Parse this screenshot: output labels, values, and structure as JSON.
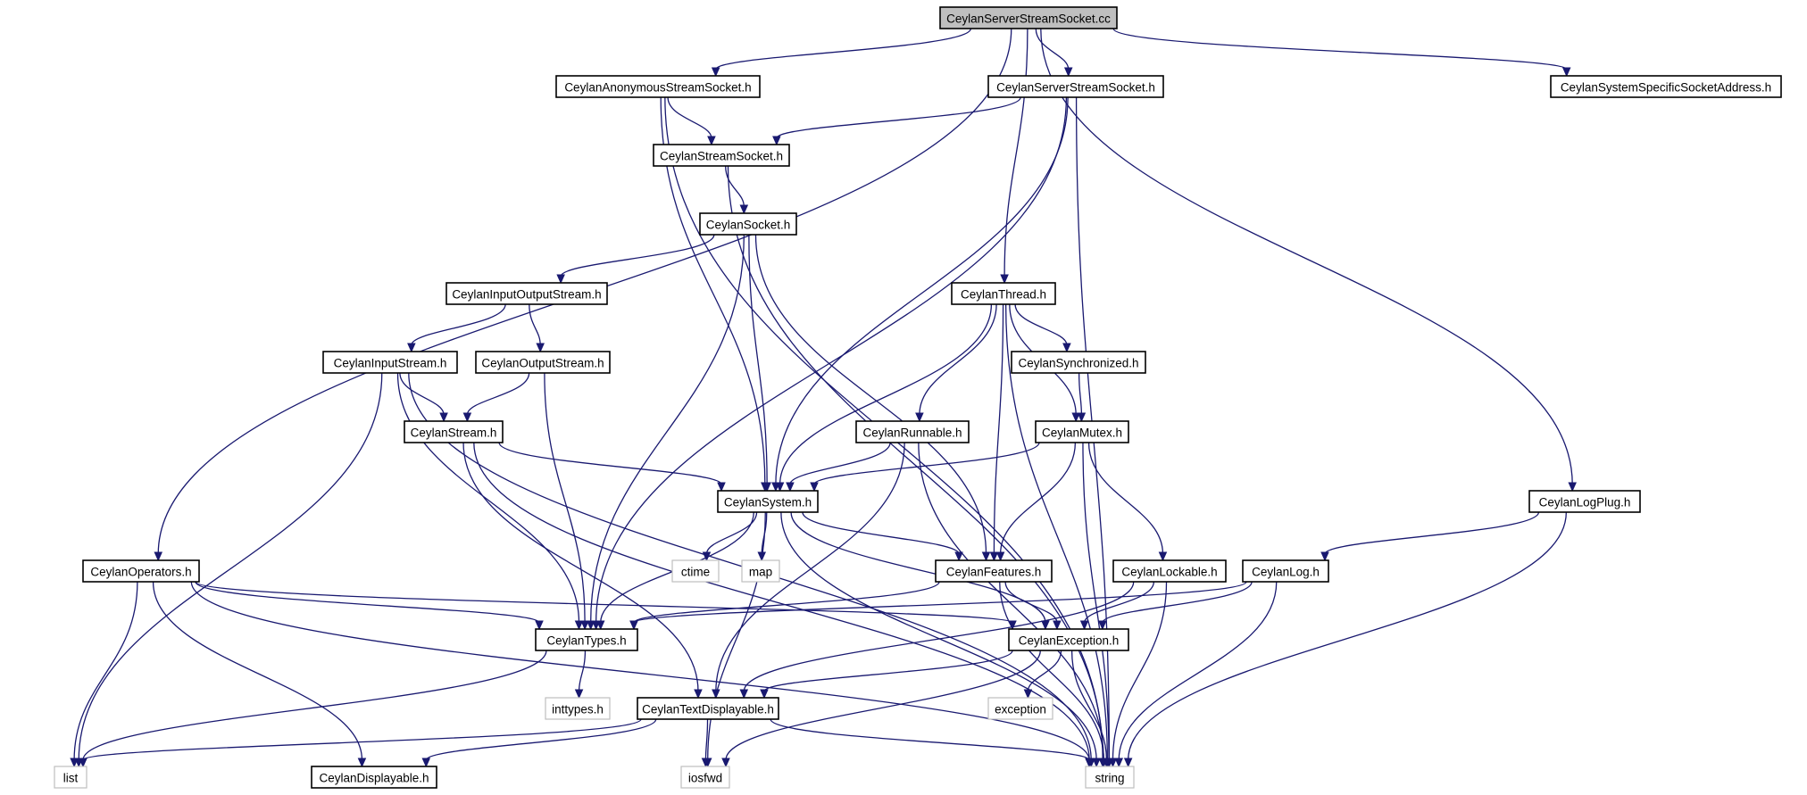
{
  "graph": {
    "nodes": [
      {
        "id": "root",
        "label": "CeylanServerStreamSocket.cc",
        "kind": "root"
      },
      {
        "id": "anon",
        "label": "CeylanAnonymousStreamSocket.h",
        "kind": "header"
      },
      {
        "id": "sss",
        "label": "CeylanServerStreamSocket.h",
        "kind": "header"
      },
      {
        "id": "sysaddr",
        "label": "CeylanSystemSpecificSocketAddress.h",
        "kind": "header"
      },
      {
        "id": "streamsock",
        "label": "CeylanStreamSocket.h",
        "kind": "header"
      },
      {
        "id": "socket",
        "label": "CeylanSocket.h",
        "kind": "header"
      },
      {
        "id": "ios",
        "label": "CeylanInputOutputStream.h",
        "kind": "header"
      },
      {
        "id": "thread",
        "label": "CeylanThread.h",
        "kind": "header"
      },
      {
        "id": "instream",
        "label": "CeylanInputStream.h",
        "kind": "header"
      },
      {
        "id": "outstream",
        "label": "CeylanOutputStream.h",
        "kind": "header"
      },
      {
        "id": "sync",
        "label": "CeylanSynchronized.h",
        "kind": "header"
      },
      {
        "id": "stream",
        "label": "CeylanStream.h",
        "kind": "header"
      },
      {
        "id": "runnable",
        "label": "CeylanRunnable.h",
        "kind": "header"
      },
      {
        "id": "mutex",
        "label": "CeylanMutex.h",
        "kind": "header"
      },
      {
        "id": "system",
        "label": "CeylanSystem.h",
        "kind": "header"
      },
      {
        "id": "logplug",
        "label": "CeylanLogPlug.h",
        "kind": "header"
      },
      {
        "id": "operators",
        "label": "CeylanOperators.h",
        "kind": "header"
      },
      {
        "id": "ctime",
        "label": "ctime",
        "kind": "system"
      },
      {
        "id": "map",
        "label": "map",
        "kind": "system"
      },
      {
        "id": "features",
        "label": "CeylanFeatures.h",
        "kind": "header"
      },
      {
        "id": "lockable",
        "label": "CeylanLockable.h",
        "kind": "header"
      },
      {
        "id": "log",
        "label": "CeylanLog.h",
        "kind": "header"
      },
      {
        "id": "types",
        "label": "CeylanTypes.h",
        "kind": "header"
      },
      {
        "id": "exception",
        "label": "CeylanException.h",
        "kind": "header"
      },
      {
        "id": "inttypes",
        "label": "inttypes.h",
        "kind": "system"
      },
      {
        "id": "textdisp",
        "label": "CeylanTextDisplayable.h",
        "kind": "header"
      },
      {
        "id": "stdexception",
        "label": "exception",
        "kind": "system"
      },
      {
        "id": "list",
        "label": "list",
        "kind": "system"
      },
      {
        "id": "displayable",
        "label": "CeylanDisplayable.h",
        "kind": "header"
      },
      {
        "id": "iosfwd",
        "label": "iosfwd",
        "kind": "system"
      },
      {
        "id": "string",
        "label": "string",
        "kind": "system"
      }
    ],
    "edges": [
      [
        "root",
        "anon"
      ],
      [
        "root",
        "sss"
      ],
      [
        "root",
        "sysaddr"
      ],
      [
        "root",
        "thread"
      ],
      [
        "root",
        "logplug"
      ],
      [
        "root",
        "operators"
      ],
      [
        "anon",
        "streamsock"
      ],
      [
        "anon",
        "system"
      ],
      [
        "anon",
        "string"
      ],
      [
        "sss",
        "streamsock"
      ],
      [
        "sss",
        "system"
      ],
      [
        "sss",
        "types"
      ],
      [
        "sss",
        "string"
      ],
      [
        "streamsock",
        "socket"
      ],
      [
        "streamsock",
        "string"
      ],
      [
        "socket",
        "ios"
      ],
      [
        "socket",
        "system"
      ],
      [
        "socket",
        "types"
      ],
      [
        "socket",
        "features"
      ],
      [
        "ios",
        "instream"
      ],
      [
        "ios",
        "outstream"
      ],
      [
        "instream",
        "stream"
      ],
      [
        "instream",
        "types"
      ],
      [
        "instream",
        "list"
      ],
      [
        "instream",
        "string"
      ],
      [
        "outstream",
        "stream"
      ],
      [
        "outstream",
        "types"
      ],
      [
        "stream",
        "system"
      ],
      [
        "stream",
        "textdisp"
      ],
      [
        "stream",
        "string"
      ],
      [
        "thread",
        "sync"
      ],
      [
        "thread",
        "runnable"
      ],
      [
        "thread",
        "mutex"
      ],
      [
        "thread",
        "system"
      ],
      [
        "thread",
        "features"
      ],
      [
        "thread",
        "string"
      ],
      [
        "sync",
        "mutex"
      ],
      [
        "runnable",
        "system"
      ],
      [
        "runnable",
        "textdisp"
      ],
      [
        "runnable",
        "string"
      ],
      [
        "mutex",
        "system"
      ],
      [
        "mutex",
        "features"
      ],
      [
        "mutex",
        "lockable"
      ],
      [
        "mutex",
        "string"
      ],
      [
        "system",
        "ctime"
      ],
      [
        "system",
        "map"
      ],
      [
        "system",
        "features"
      ],
      [
        "system",
        "types"
      ],
      [
        "system",
        "exception"
      ],
      [
        "system",
        "iosfwd"
      ],
      [
        "system",
        "string"
      ],
      [
        "logplug",
        "log"
      ],
      [
        "logplug",
        "string"
      ],
      [
        "log",
        "types"
      ],
      [
        "log",
        "exception"
      ],
      [
        "log",
        "string"
      ],
      [
        "operators",
        "types"
      ],
      [
        "operators",
        "exception"
      ],
      [
        "operators",
        "list"
      ],
      [
        "operators",
        "displayable"
      ],
      [
        "operators",
        "string"
      ],
      [
        "features",
        "types"
      ],
      [
        "features",
        "exception"
      ],
      [
        "features",
        "string"
      ],
      [
        "lockable",
        "exception"
      ],
      [
        "lockable",
        "textdisp"
      ],
      [
        "lockable",
        "string"
      ],
      [
        "types",
        "inttypes"
      ],
      [
        "types",
        "list"
      ],
      [
        "exception",
        "textdisp"
      ],
      [
        "exception",
        "stdexception"
      ],
      [
        "exception",
        "iosfwd"
      ],
      [
        "exception",
        "string"
      ],
      [
        "textdisp",
        "list"
      ],
      [
        "textdisp",
        "displayable"
      ],
      [
        "textdisp",
        "iosfwd"
      ],
      [
        "textdisp",
        "string"
      ]
    ]
  }
}
